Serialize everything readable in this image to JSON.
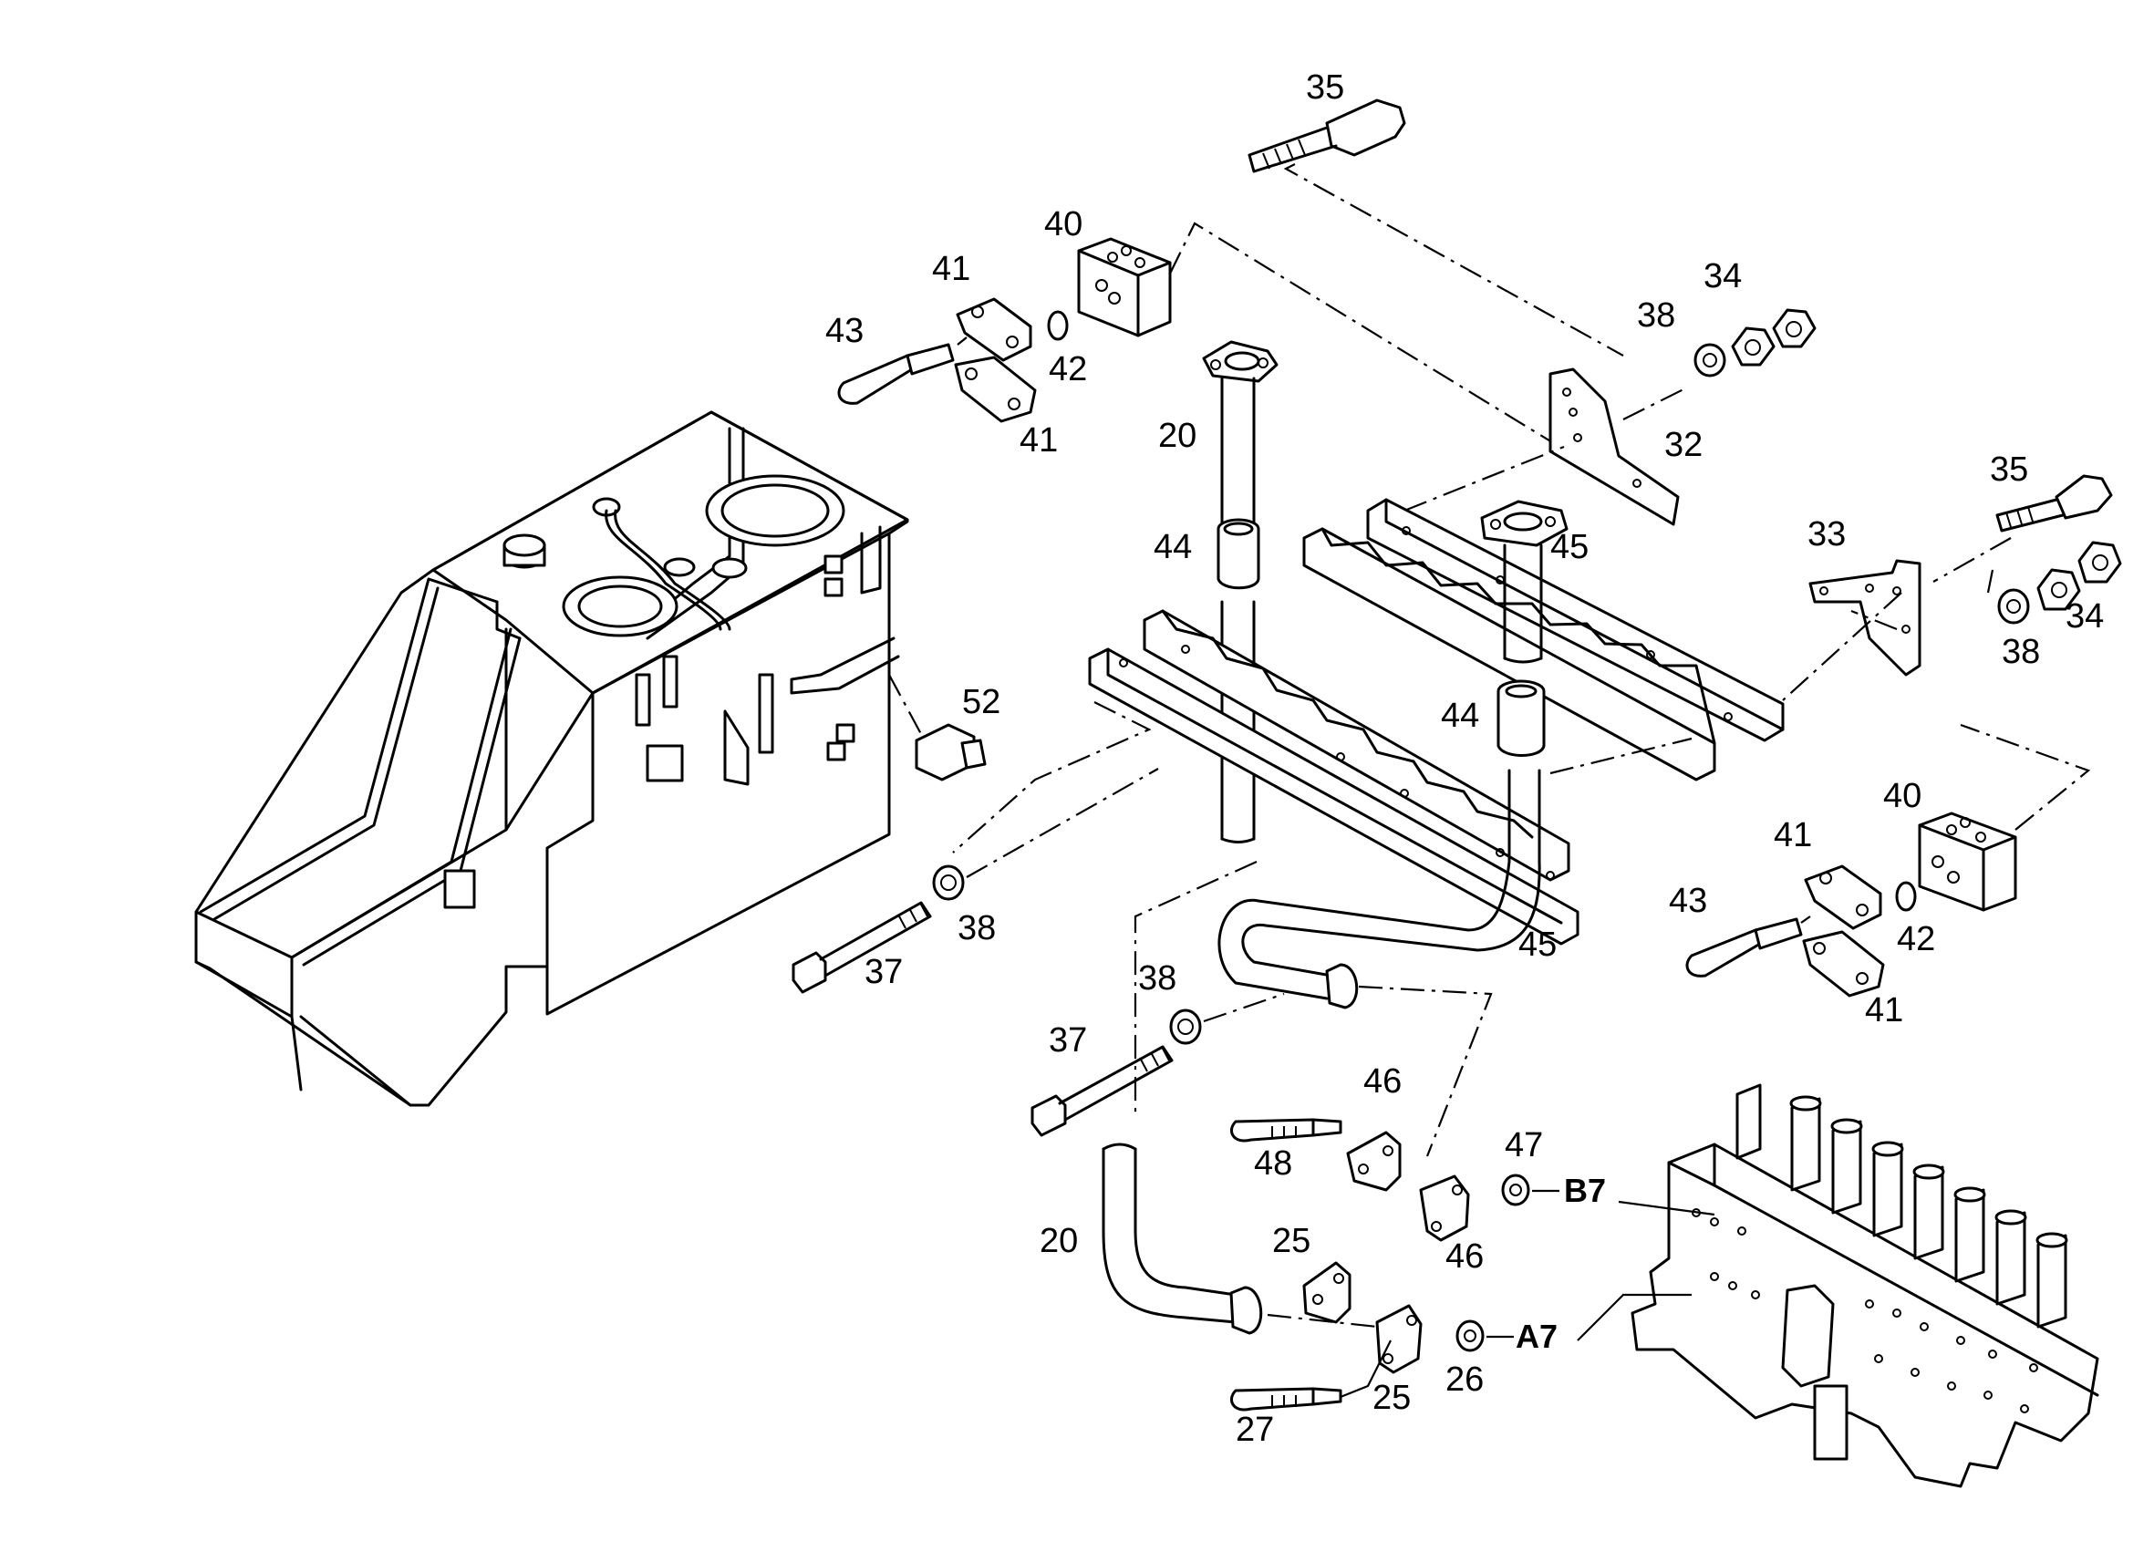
{
  "callouts": [
    {
      "id": "c35a",
      "text": "35"
    },
    {
      "id": "c40a",
      "text": "40"
    },
    {
      "id": "c41a",
      "text": "41"
    },
    {
      "id": "c43a",
      "text": "43"
    },
    {
      "id": "c42a",
      "text": "42"
    },
    {
      "id": "c41b",
      "text": "41"
    },
    {
      "id": "c20a",
      "text": "20"
    },
    {
      "id": "c34a",
      "text": "34"
    },
    {
      "id": "c38a",
      "text": "38"
    },
    {
      "id": "c32",
      "text": "32"
    },
    {
      "id": "c45a",
      "text": "45"
    },
    {
      "id": "c44a",
      "text": "44"
    },
    {
      "id": "c35b",
      "text": "35"
    },
    {
      "id": "c33",
      "text": "33"
    },
    {
      "id": "c34b",
      "text": "34"
    },
    {
      "id": "c38b",
      "text": "38"
    },
    {
      "id": "c44b",
      "text": "44"
    },
    {
      "id": "c52",
      "text": "52"
    },
    {
      "id": "c40b",
      "text": "40"
    },
    {
      "id": "c41c",
      "text": "41"
    },
    {
      "id": "c43b",
      "text": "43"
    },
    {
      "id": "c42b",
      "text": "42"
    },
    {
      "id": "c41d",
      "text": "41"
    },
    {
      "id": "c37a",
      "text": "37"
    },
    {
      "id": "c38c",
      "text": "38"
    },
    {
      "id": "c45b",
      "text": "45"
    },
    {
      "id": "c38d",
      "text": "38"
    },
    {
      "id": "c37b",
      "text": "37"
    },
    {
      "id": "c46a",
      "text": "46"
    },
    {
      "id": "c48",
      "text": "48"
    },
    {
      "id": "c47",
      "text": "47"
    },
    {
      "id": "c46b",
      "text": "46"
    },
    {
      "id": "c20b",
      "text": "20"
    },
    {
      "id": "c25a",
      "text": "25"
    },
    {
      "id": "c26",
      "text": "26"
    },
    {
      "id": "c25b",
      "text": "25"
    },
    {
      "id": "c27",
      "text": "27"
    }
  ],
  "ports": [
    {
      "id": "pB7",
      "text": "B7"
    },
    {
      "id": "pA7",
      "text": "A7"
    }
  ]
}
